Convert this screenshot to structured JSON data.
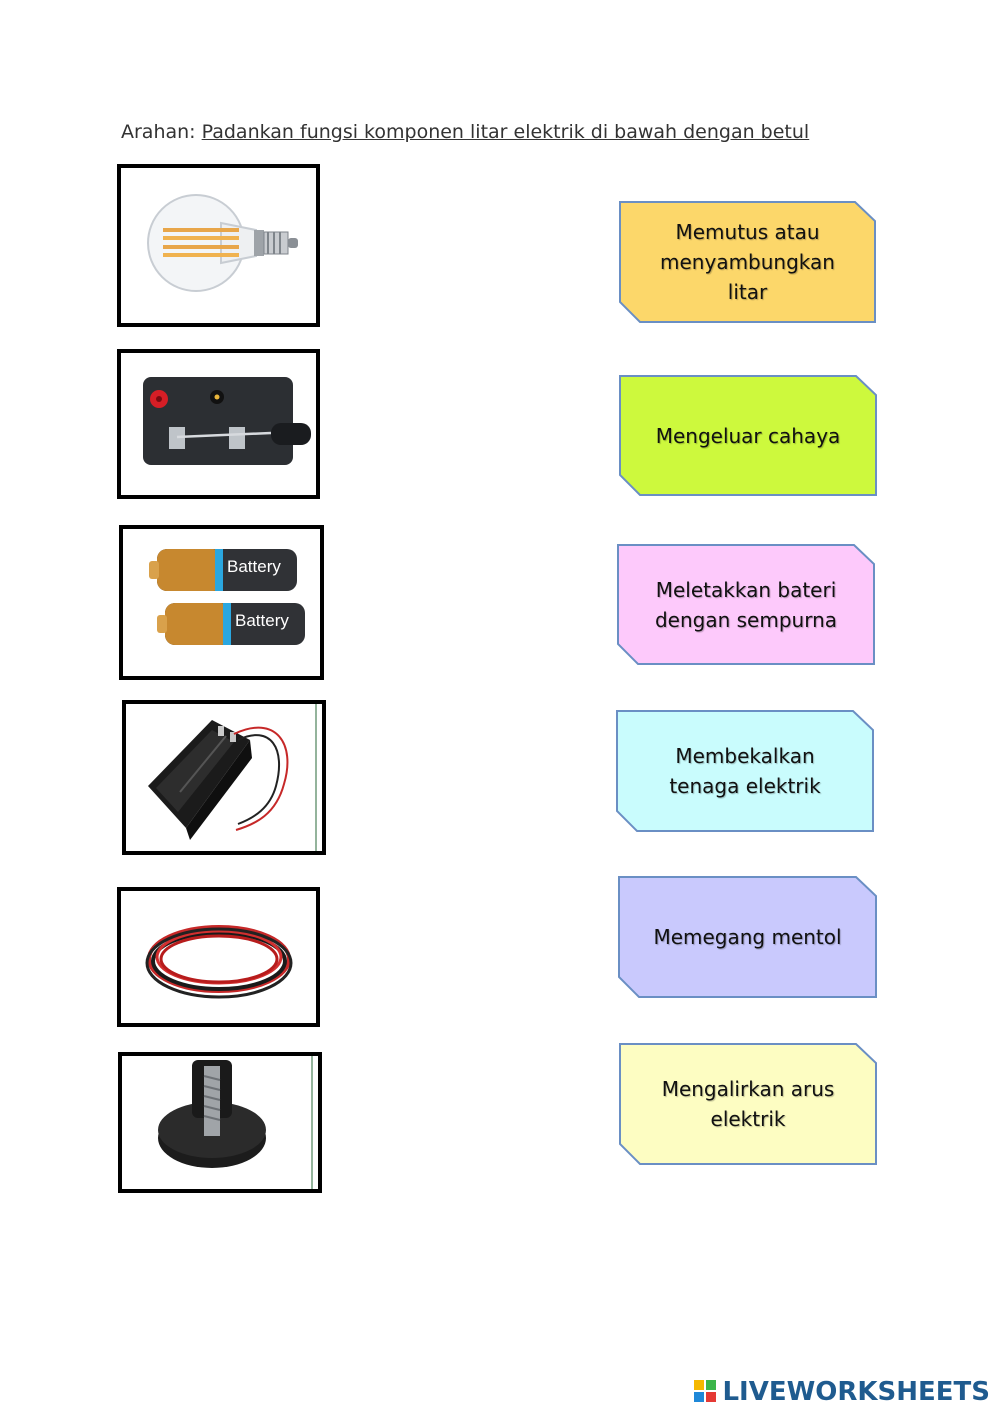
{
  "instruction": {
    "prefix": "Arahan: ",
    "task": "Padankan fungsi  komponen litar elektrik di bawah  dengan betul"
  },
  "cards": [
    {
      "text": "Memutus atau menyambungkan litar",
      "color": "#fcd76a"
    },
    {
      "text": "Mengeluar cahaya",
      "color": "#cdf93d"
    },
    {
      "text": "Meletakkan bateri dengan sempurna",
      "color": "#fdc9fb"
    },
    {
      "text": "Membekalkan tenaga elektrik",
      "color": "#c9fcfd"
    },
    {
      "text": "Memegang mentol",
      "color": "#c9c9fd"
    },
    {
      "text": "Mengalirkan arus elektrik",
      "color": "#fdfdc2"
    }
  ],
  "images": [
    {
      "icon": "light-bulb-icon"
    },
    {
      "icon": "switch-icon"
    },
    {
      "icon": "battery-icon",
      "label_1": "Battery",
      "label_2": "Battery"
    },
    {
      "icon": "battery-holder-icon"
    },
    {
      "icon": "wire-coil-icon"
    },
    {
      "icon": "bulb-holder-icon"
    }
  ],
  "card_border_color": "#6a8fc4",
  "footer": {
    "brand": "LIVEWORKSHEETS"
  }
}
